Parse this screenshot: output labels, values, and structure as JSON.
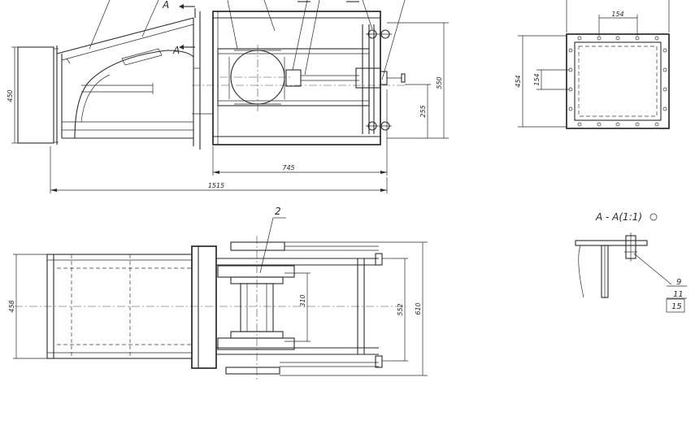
{
  "views": {
    "side": {
      "dim_total_length": "1515",
      "dim_frame_length": "745",
      "dim_height": "450",
      "dim_overall_height": "550",
      "dim_lower": "255",
      "section_mark_top": "A",
      "section_mark_bottom": "A"
    },
    "plan": {
      "callout": "2",
      "dim_inner_width": "458",
      "dim_roller_span": "310",
      "dim_frame_width": "552",
      "dim_overall_width": "610"
    },
    "flange": {
      "dim_hole_spacing": "154",
      "dim_vertical_spacing": "154",
      "dim_height": "454"
    },
    "section_detail": {
      "title": "A - A(1:1)",
      "refs": [
        "9",
        "11",
        "15"
      ]
    }
  },
  "colors": {
    "line": "#2a2a2a",
    "background": "#ffffff"
  }
}
